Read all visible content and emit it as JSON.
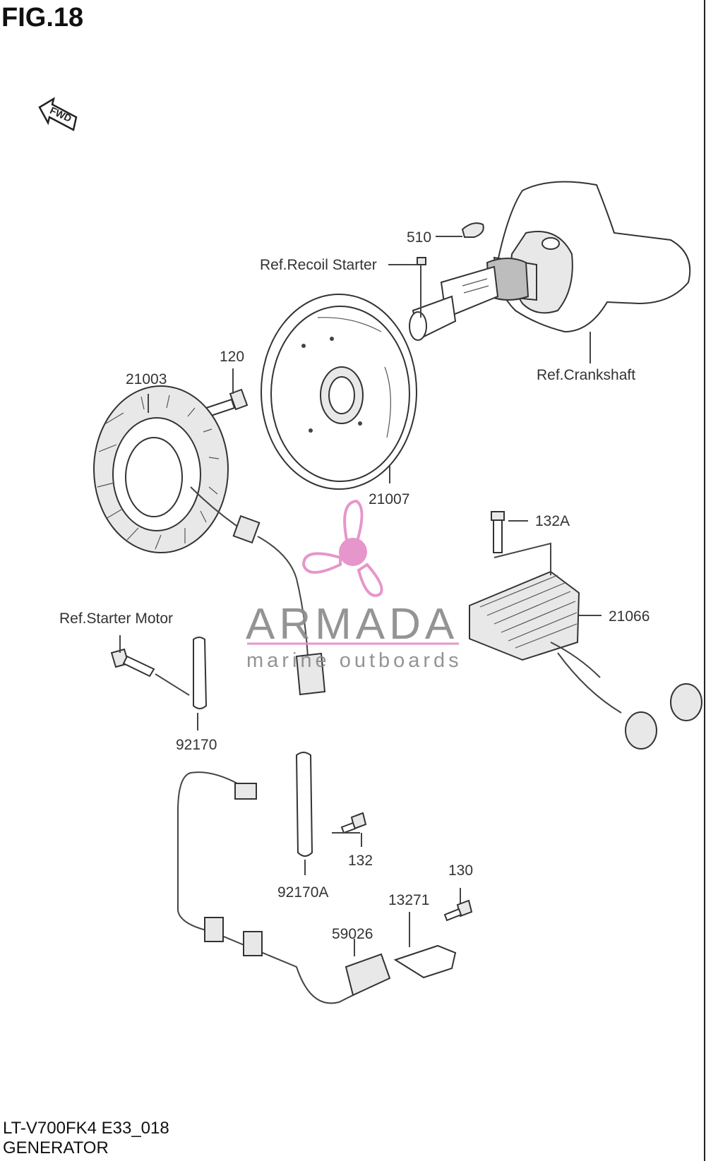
{
  "figure": {
    "title": "FIG.18",
    "model_code": "LT-V700FK4 E33_018",
    "name": "GENERATOR"
  },
  "direction_marker": {
    "text": "FWD",
    "icon": "fwd-arrow-icon"
  },
  "watermark": {
    "brand": "ARMADA",
    "tagline": "marine outboards",
    "icon": "propeller-logo-icon",
    "color": "#e48ec6"
  },
  "callouts": {
    "p510": "510",
    "ref_recoil_starter": "Ref.Recoil Starter",
    "p120": "120",
    "p21003": "21003",
    "ref_crankshaft": "Ref.Crankshaft",
    "p21007": "21007",
    "p132a": "132A",
    "p21066": "21066",
    "ref_starter_motor": "Ref.Starter Motor",
    "p92170": "92170",
    "p132": "132",
    "p130": "130",
    "p13271": "13271",
    "p92170a": "92170A",
    "p59026": "59026"
  }
}
